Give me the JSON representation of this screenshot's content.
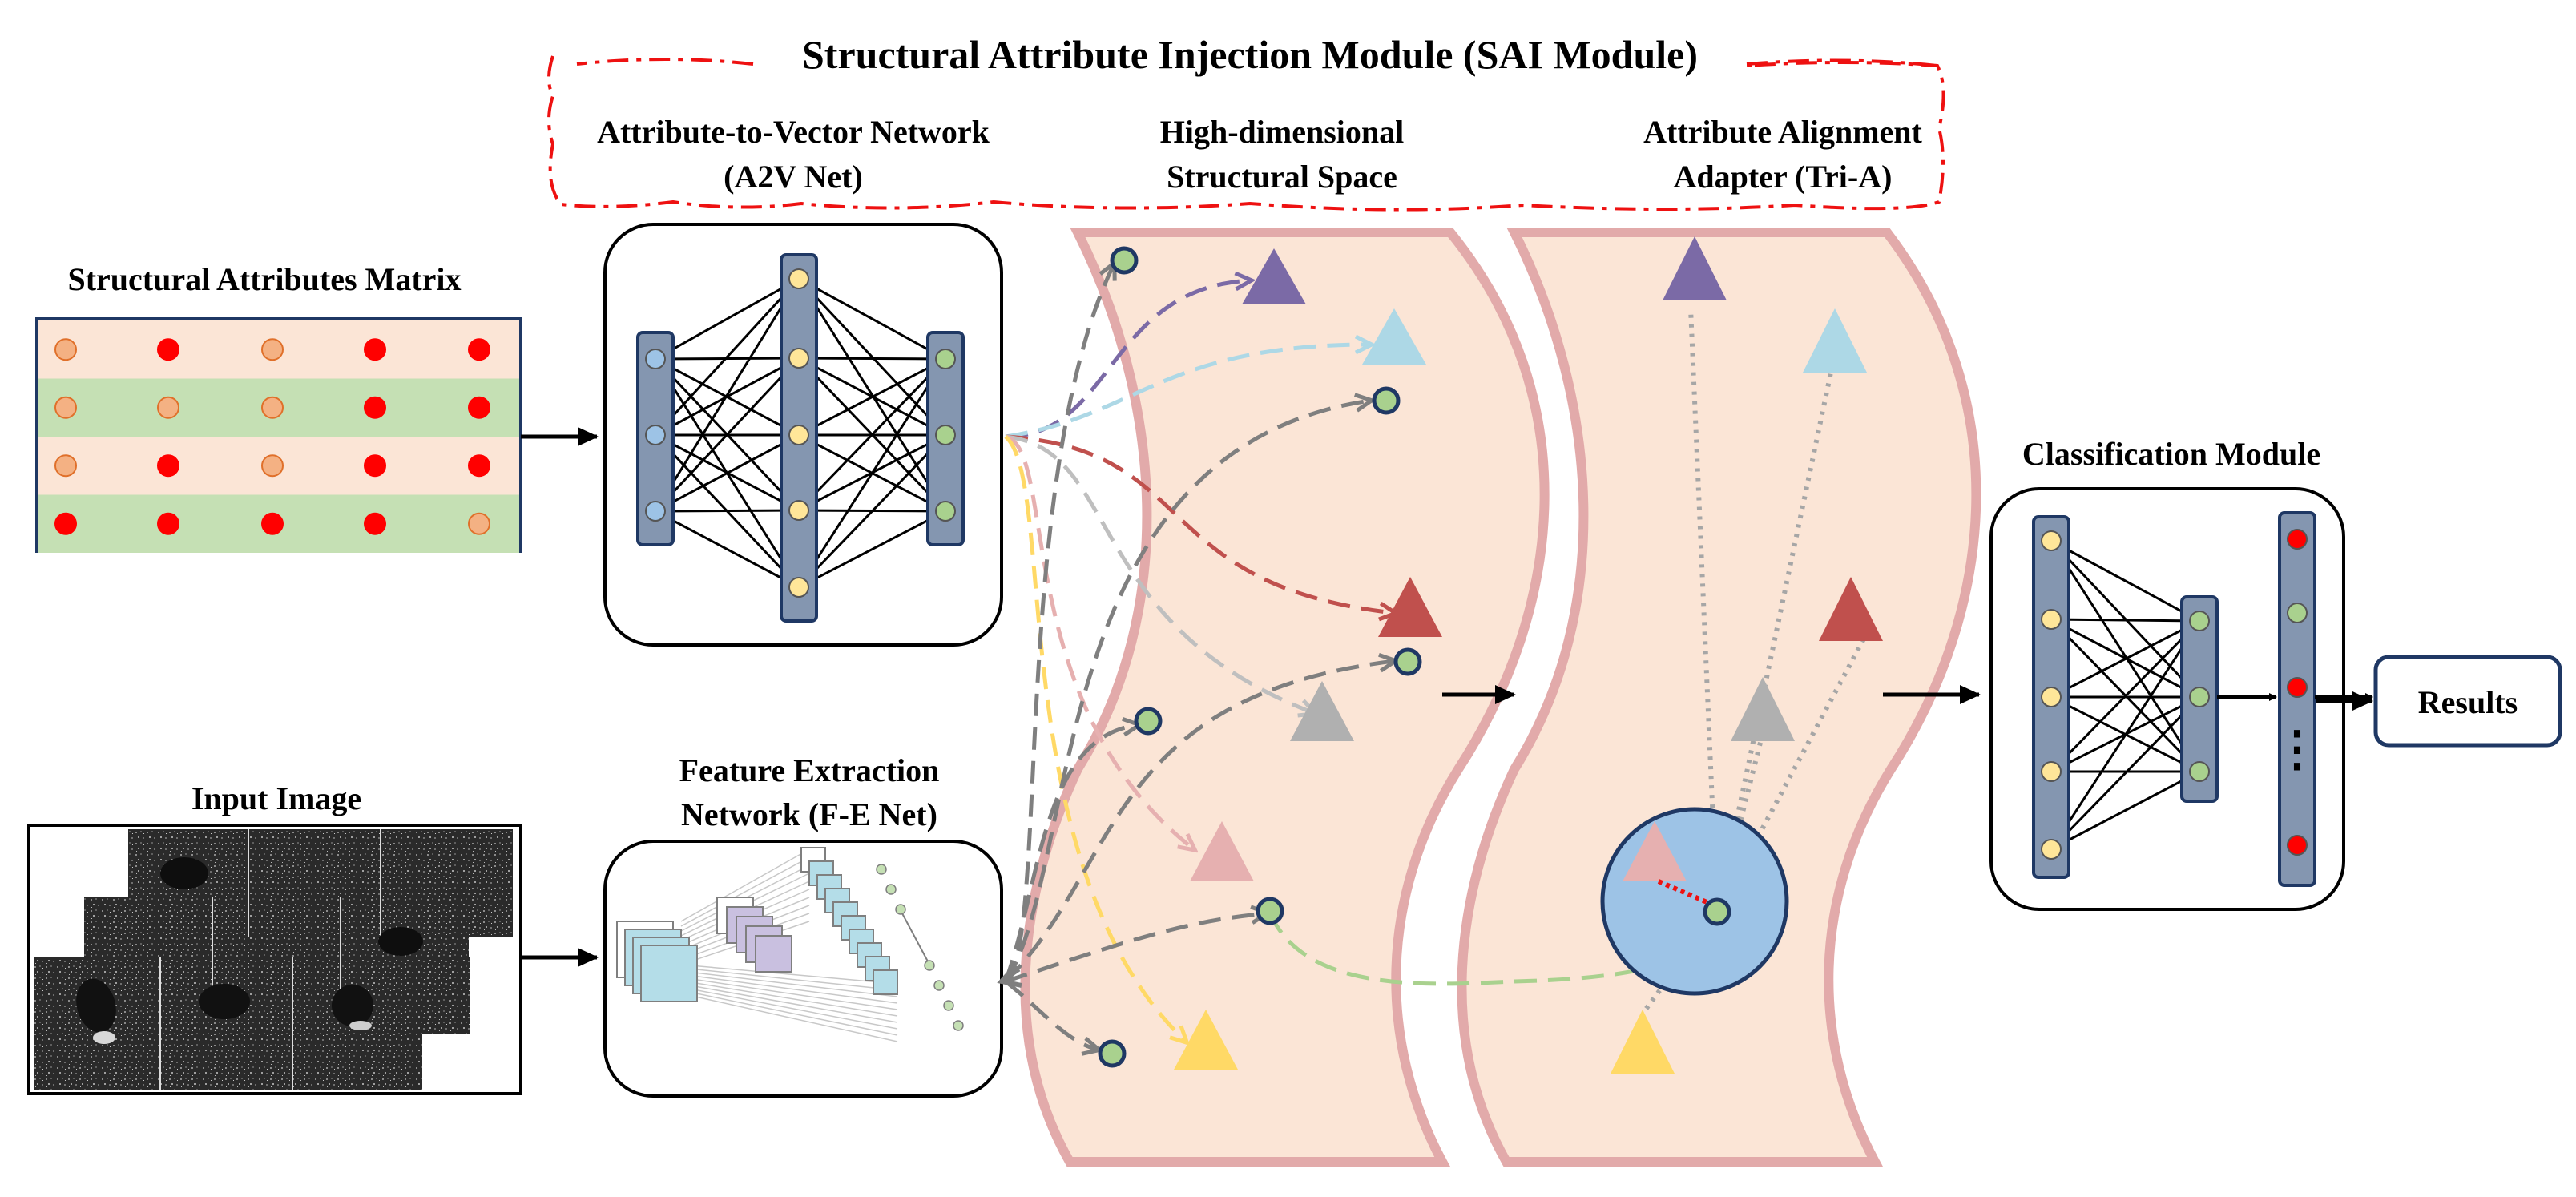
{
  "sai_module": {
    "title": "Structural Attribute Injection Module (SAI Module)"
  },
  "a2v": {
    "line1": "Attribute-to-Vector Network",
    "line2": "(A2V Net)"
  },
  "space": {
    "line1": "High-dimensional",
    "line2": "Structural Space"
  },
  "tria": {
    "line1": "Attribute Alignment",
    "line2": "Adapter (Tri-A)"
  },
  "matrix": {
    "label": "Structural Attributes Matrix",
    "rows": [
      [
        "orange",
        "red",
        "orange",
        "red",
        "red"
      ],
      [
        "orange",
        "orange",
        "orange",
        "red",
        "red"
      ],
      [
        "orange",
        "red",
        "orange",
        "red",
        "red"
      ],
      [
        "red",
        "red",
        "red",
        "red",
        "orange"
      ]
    ]
  },
  "input_image": {
    "label": "Input Image"
  },
  "fe_net": {
    "line1": "Feature Extraction",
    "line2": "Network (F-E Net)"
  },
  "classification": {
    "label": "Classification Module",
    "ellipsis": "⋮"
  },
  "results": {
    "label": "Results"
  },
  "colors": {
    "purple": "#7b6aa6",
    "light_blue": "#add8e6",
    "dark_red": "#c0504d",
    "gray": "#b0b0b0",
    "pink": "#e6b0b0",
    "yellow": "#ffd966",
    "green_node": "#a9d18e",
    "space_fill": "#fbe5d6",
    "space_border": "#e2aaaa",
    "dash_red": "#ee1111",
    "bar": "#8496b0",
    "sphere": "#9dc3e6"
  }
}
